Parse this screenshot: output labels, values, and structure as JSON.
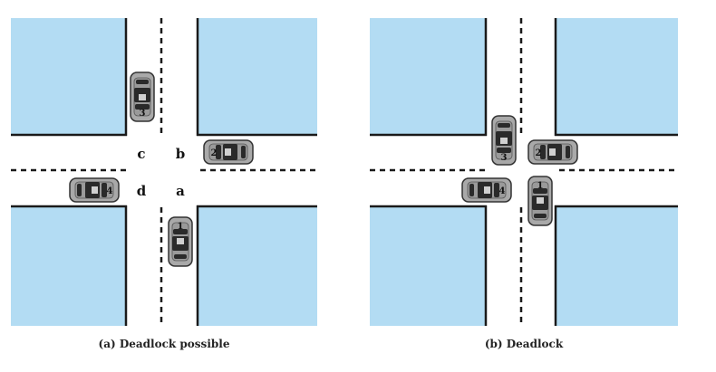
{
  "panels": [
    {
      "caption": "(a) Deadlock possible",
      "zones": [
        {
          "label": "c"
        },
        {
          "label": "b"
        },
        {
          "label": "d"
        },
        {
          "label": "a"
        }
      ],
      "cars": [
        {
          "number": "3",
          "heading": "down"
        },
        {
          "number": "2",
          "heading": "left"
        },
        {
          "number": "4",
          "heading": "right"
        },
        {
          "number": "1",
          "heading": "up"
        }
      ]
    },
    {
      "caption": "(b) Deadlock",
      "zones": [],
      "cars": [
        {
          "number": "3",
          "heading": "down"
        },
        {
          "number": "2",
          "heading": "left"
        },
        {
          "number": "4",
          "heading": "right"
        },
        {
          "number": "1",
          "heading": "up"
        }
      ]
    }
  ],
  "colors": {
    "block_fill": "#b3dcf3",
    "block_edge": "#1a1a1a",
    "lane_marking": "#1a1a1a",
    "car_body": "#a9a9a9",
    "car_window": "#2a2a2a"
  }
}
